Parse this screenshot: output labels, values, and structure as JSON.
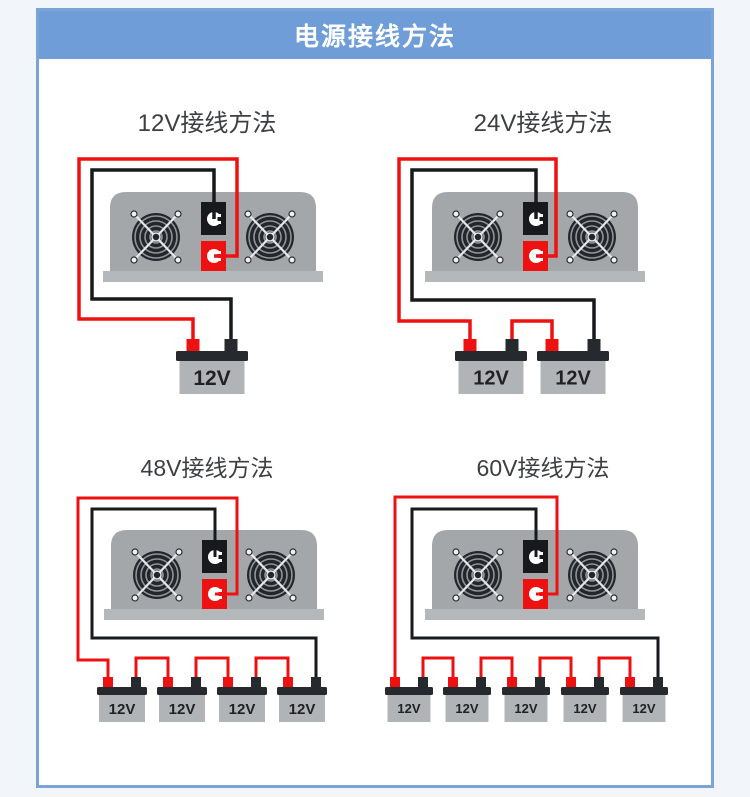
{
  "header": {
    "title": "电源接线方法"
  },
  "colors": {
    "page_bg": "#f2f6fa",
    "frame_border_blue": "#7aa4d7",
    "banner_blue": "#6f9dd8",
    "banner_text": "#ffffff",
    "panel_title_gray": "#3c3e40",
    "inverter_gray": "#a3a7aa",
    "inverter_base_gray": "#b5b8ba",
    "fan_dark": "#23272c",
    "fan_ring_gray": "#8f959a",
    "fan_cross_light": "#e6e8ea",
    "wire_red": "#ee1111",
    "wire_black": "#17191c",
    "battery_gray": "#b1b4b7",
    "battery_bar_black": "#26292d",
    "battery_label_dark": "#1f2124"
  },
  "panels": [
    {
      "id": "12v",
      "title": "12V接线方法",
      "batteries": [
        {
          "label": "12V"
        }
      ]
    },
    {
      "id": "24v",
      "title": "24V接线方法",
      "batteries": [
        {
          "label": "12V"
        },
        {
          "label": "12V"
        }
      ]
    },
    {
      "id": "48v",
      "title": "48V接线方法",
      "batteries": [
        {
          "label": "12V"
        },
        {
          "label": "12V"
        },
        {
          "label": "12V"
        },
        {
          "label": "12V"
        }
      ]
    },
    {
      "id": "60v",
      "title": "60V接线方法",
      "batteries": [
        {
          "label": "12V"
        },
        {
          "label": "12V"
        },
        {
          "label": "12V"
        },
        {
          "label": "12V"
        },
        {
          "label": "12V"
        }
      ]
    }
  ]
}
